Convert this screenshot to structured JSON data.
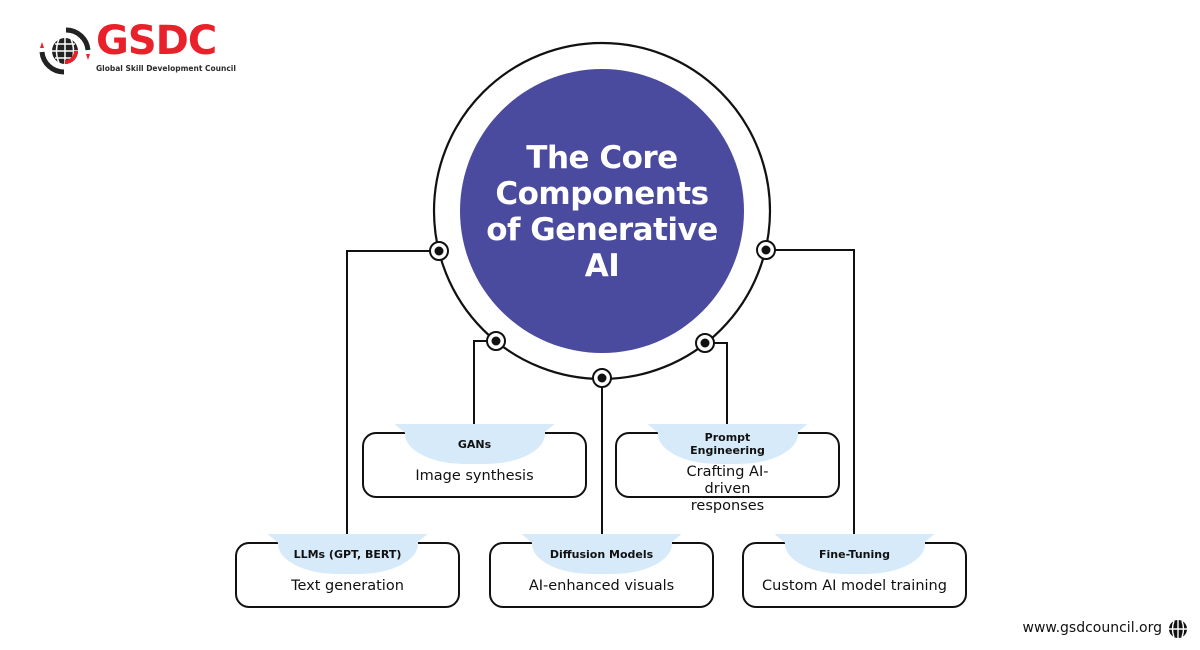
{
  "logo": {
    "name": "GSDC",
    "tagline": "Global Skill Development Council",
    "brand_color": "#e8212b"
  },
  "center": {
    "title_lines": [
      "The Core",
      "Components",
      "of Generative",
      "AI"
    ],
    "fill_color": "#4a4a9e"
  },
  "components": [
    {
      "name": "LLMs (GPT, BERT)",
      "description": "Text generation"
    },
    {
      "name": "GANs",
      "description": "Image synthesis"
    },
    {
      "name": "Diffusion Models",
      "description": "AI-enhanced visuals"
    },
    {
      "name": "Prompt Engineering",
      "description": "Crafting AI-driven responses"
    },
    {
      "name": "Fine-Tuning",
      "description": "Custom AI model training"
    }
  ],
  "tab_color": "#d6eaf9",
  "footer": {
    "website": "www.gsdcouncil.org",
    "icon": "globe-icon"
  }
}
